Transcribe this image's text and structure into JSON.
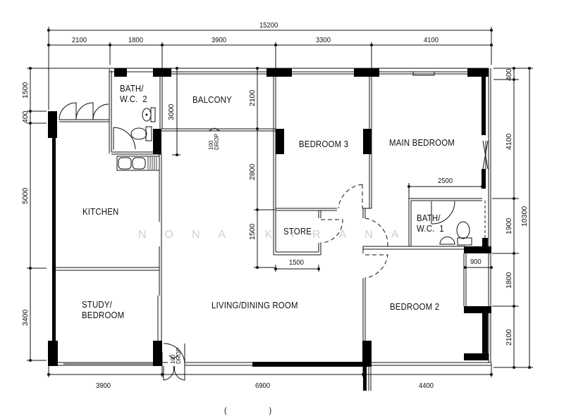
{
  "plan": {
    "type": "floor-plan",
    "units": "mm",
    "watermark": "NONA KIRANA",
    "bottom_caption_visible": "(                    )"
  },
  "rooms": {
    "bath2": "BATH/\nW.C.  2",
    "balcony": "BALCONY",
    "bedroom3": "BEDROOM  3",
    "main_bedroom": "MAIN  BEDROOM",
    "kitchen": "KITCHEN",
    "store": "STORE",
    "bath1": "BATH/\nW.C.  1",
    "study_bedroom": "STUDY/\nBEDROOM",
    "living_dining": "LIVING/DINING  ROOM",
    "bedroom2": "BEDROOM  2"
  },
  "annotations": {
    "balcony_drop": "100\nDROP",
    "entrance_drop": "100\nDROP"
  },
  "dimensions": {
    "top_overall": "15200",
    "top": [
      "2100",
      "1800",
      "3900",
      "3300",
      "4100"
    ],
    "bottom": [
      "3900",
      "6900",
      "4400"
    ],
    "left": [
      "1500",
      "400",
      "5000",
      "3400"
    ],
    "right": [
      "400",
      "4100",
      "1900",
      "1800",
      "2100"
    ],
    "right_overall": "10300",
    "interior": {
      "bath2_height": "3000",
      "balcony_depth": "2100",
      "bedroom3_corridor": "2800",
      "store_height": "1500",
      "store_width": "1500",
      "bath1_width": "2500",
      "bay_width": "900"
    }
  },
  "colors": {
    "line": "#111111",
    "wall_fill": "#000000",
    "watermark": "#cfcfcf",
    "background": "#ffffff"
  }
}
